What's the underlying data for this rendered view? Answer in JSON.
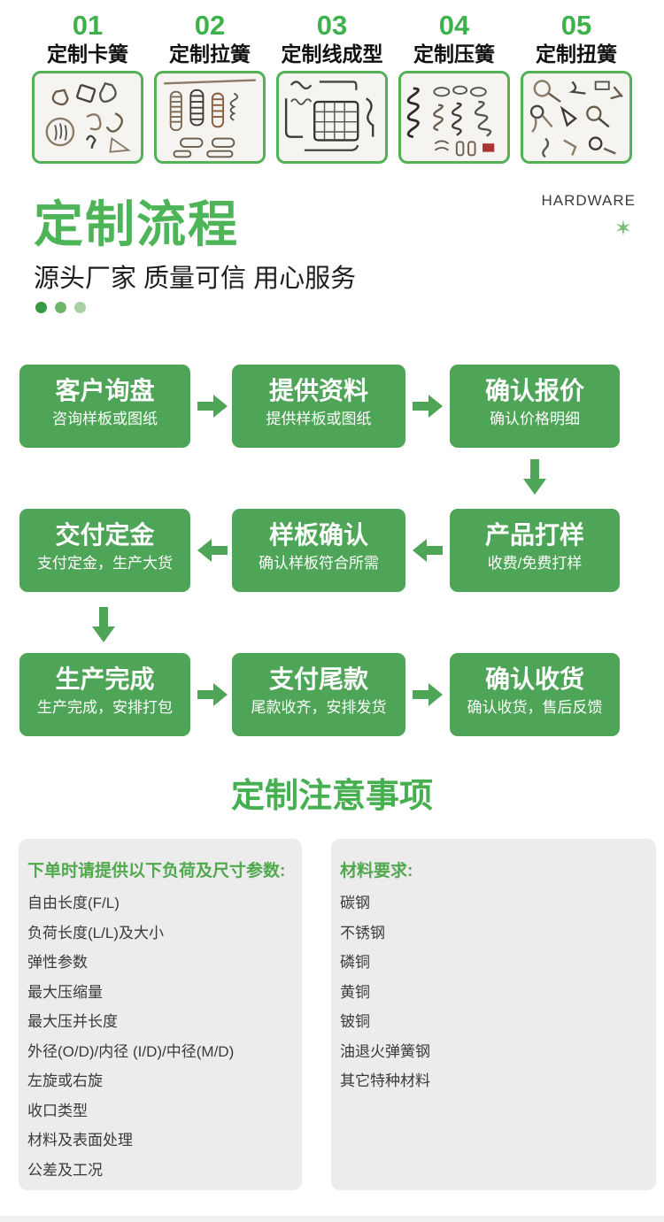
{
  "colors": {
    "accent_green": "#4fa557",
    "bright_green": "#4db558",
    "number_green": "#3db14c",
    "photo_border_green": "#53b158",
    "panel_bg": "#ececec",
    "dot_dark": "#3a9a44",
    "dot_mid": "#70b56c",
    "dot_light": "#a9d2a4"
  },
  "categories": {
    "items": [
      {
        "number": "01",
        "label": "定制卡簧",
        "photo": "circlip-assortment-photo"
      },
      {
        "number": "02",
        "label": "定制拉簧",
        "photo": "extension-spring-photo"
      },
      {
        "number": "03",
        "label": "定制线成型",
        "photo": "wire-forming-photo"
      },
      {
        "number": "04",
        "label": "定制压簧",
        "photo": "compression-spring-photo"
      },
      {
        "number": "05",
        "label": "定制扭簧",
        "photo": "torsion-spring-photo"
      }
    ]
  },
  "intro": {
    "title": "定制流程",
    "corner_label": "HARDWARE",
    "sparkle_icon": "✶",
    "subtitle": "源头厂家 质量可信 用心服务"
  },
  "flow": {
    "steps": [
      {
        "title": "客户询盘",
        "desc": "咨询样板或图纸"
      },
      {
        "title": "提供资料",
        "desc": "提供样板或图纸"
      },
      {
        "title": "确认报价",
        "desc": "确认价格明细"
      },
      {
        "title": "产品打样",
        "desc": "收费/免费打样"
      },
      {
        "title": "样板确认",
        "desc": "确认样板符合所需"
      },
      {
        "title": "交付定金",
        "desc": "支付定金，生产大货"
      },
      {
        "title": "生产完成",
        "desc": "生产完成，安排打包"
      },
      {
        "title": "支付尾款",
        "desc": "尾款收齐，安排发货"
      },
      {
        "title": "确认收货",
        "desc": "确认收货，售后反馈"
      }
    ]
  },
  "notice": {
    "title": "定制注意事项",
    "left": {
      "header": "下单时请提供以下负荷及尺寸参数:",
      "items": [
        "自由长度(F/L)",
        "负荷长度(L/L)及大小",
        "弹性参数",
        "最大压缩量",
        "最大压并长度",
        "外径(O/D)/内径 (I/D)/中径(M/D)",
        "左旋或右旋",
        "收口类型",
        "材料及表面处理",
        "公差及工况"
      ]
    },
    "right": {
      "header": "材料要求:",
      "items": [
        "碳钢",
        "不锈钢",
        "磷铜",
        "黄铜",
        "铍铜",
        "油退火弹簧钢",
        "其它特种材料"
      ]
    }
  }
}
